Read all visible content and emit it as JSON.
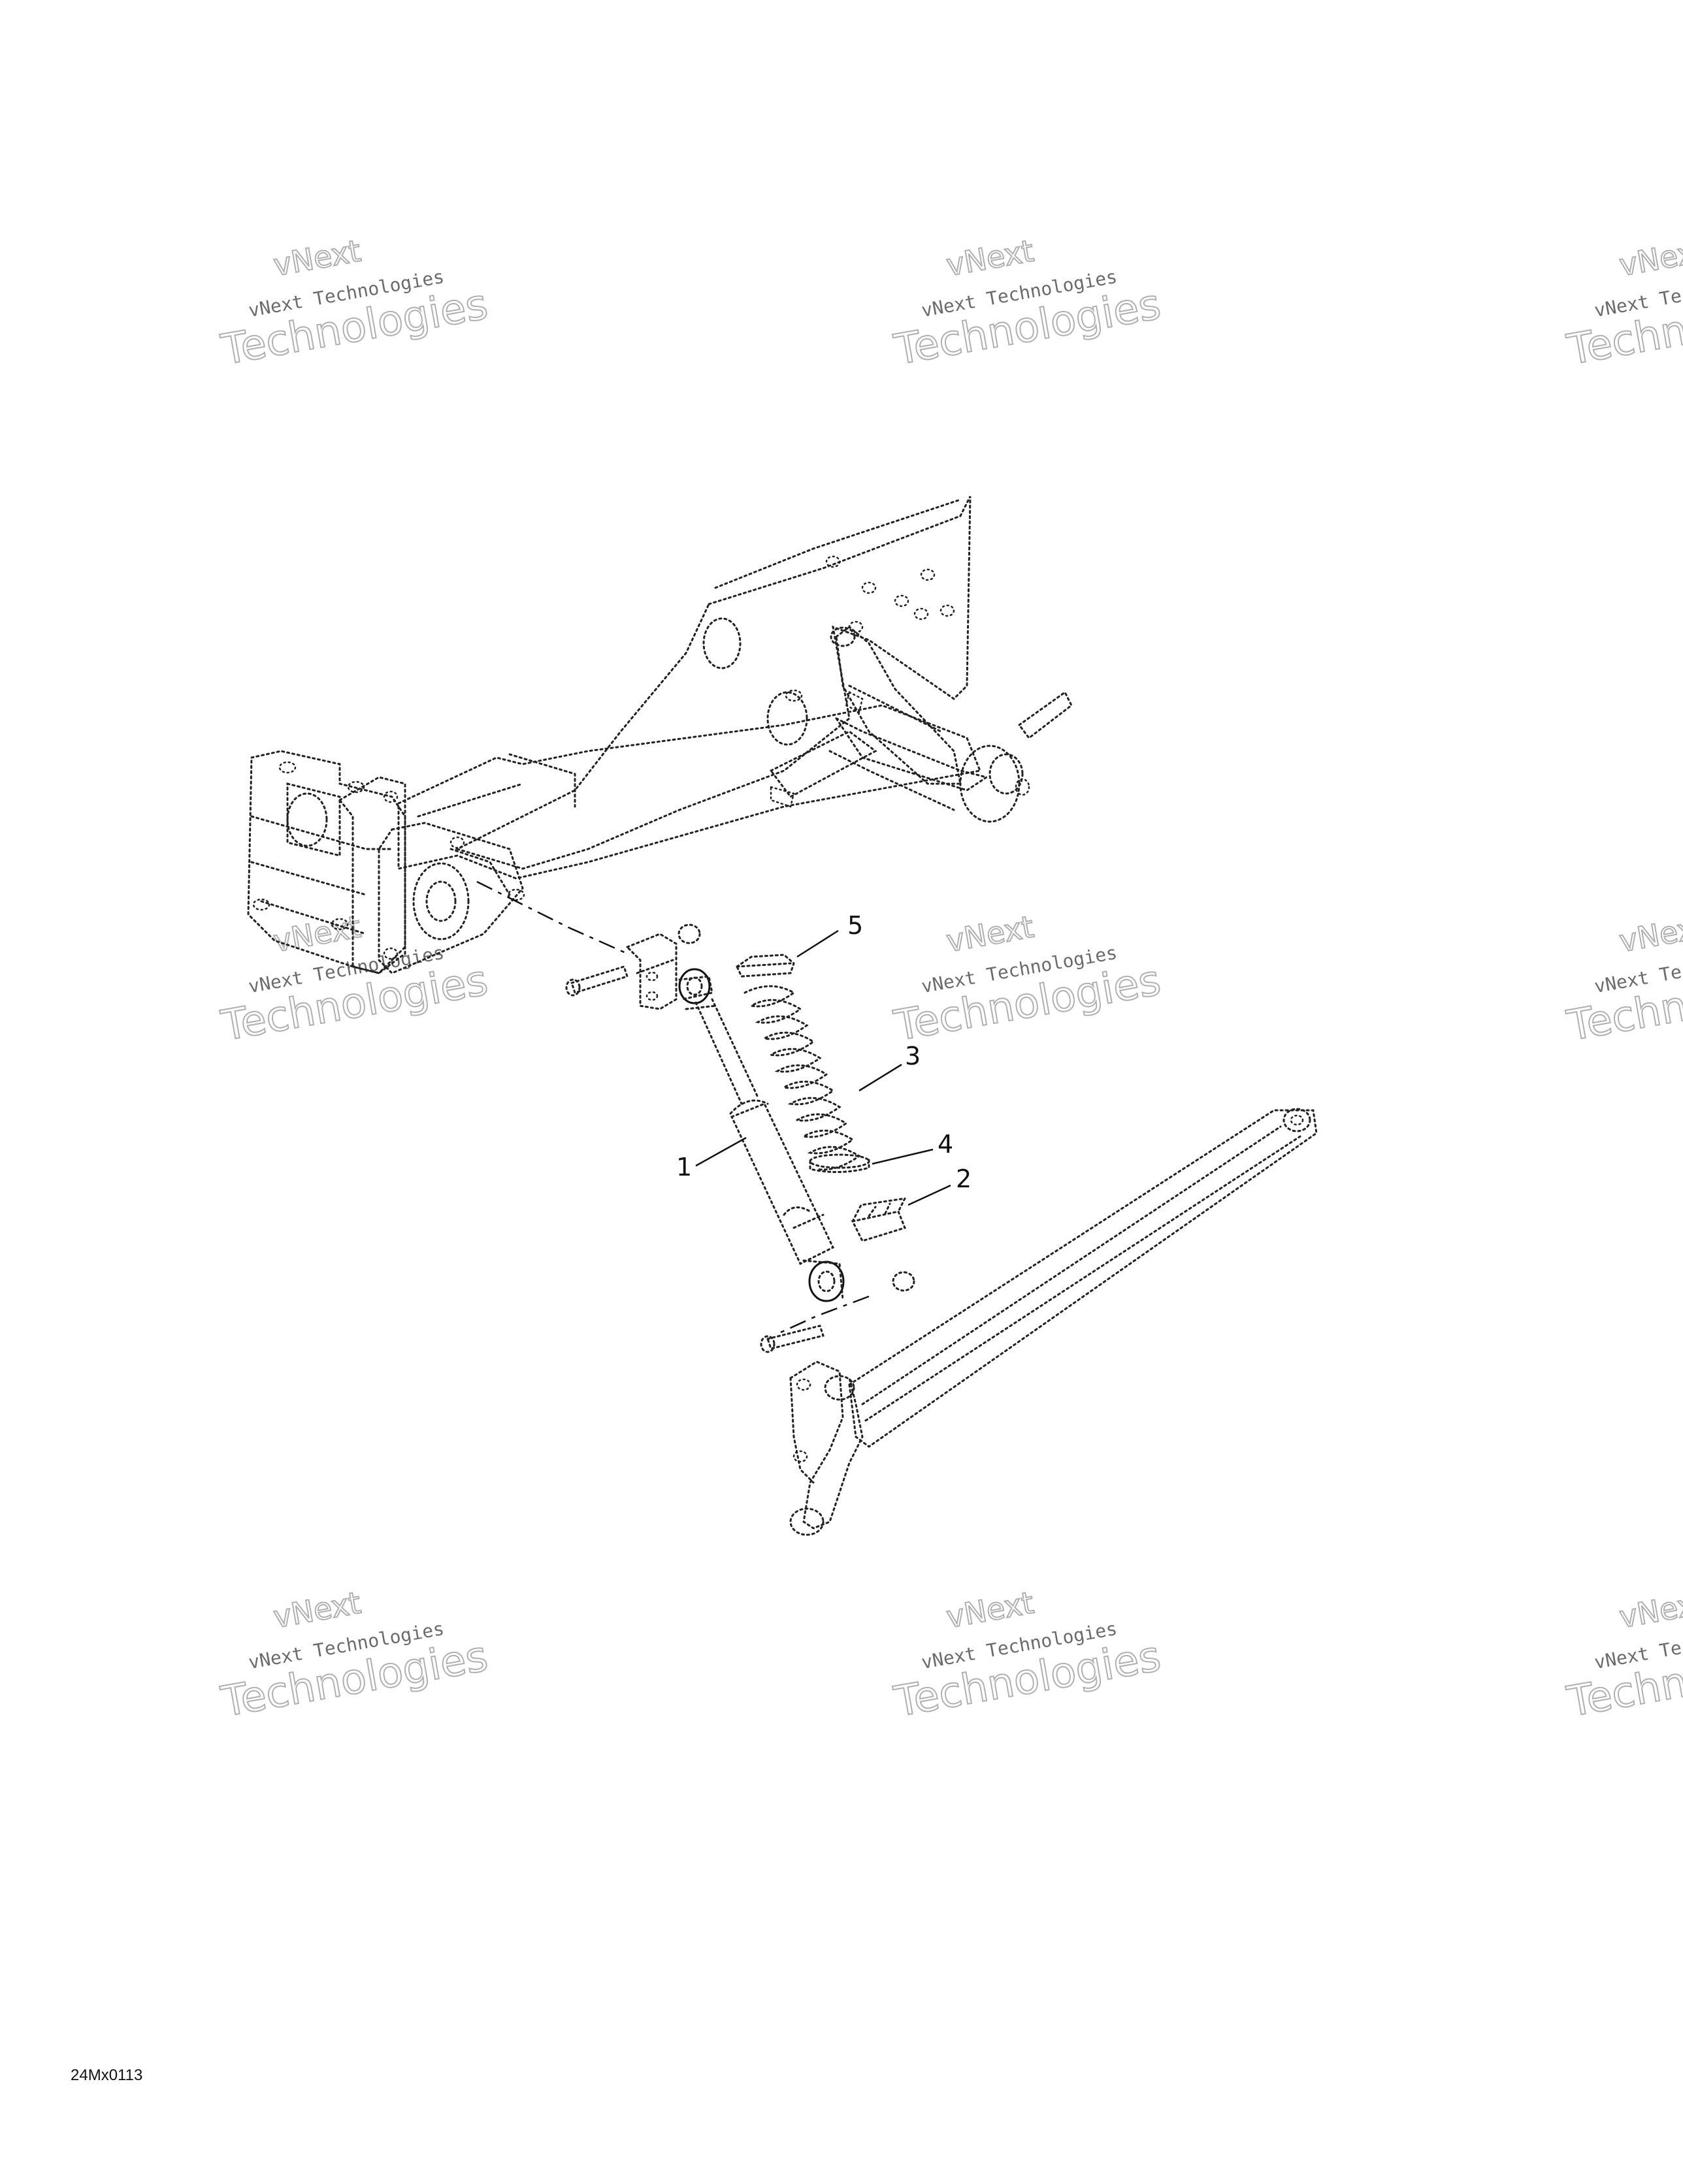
{
  "watermarks": [
    {
      "line1": "vNext Technologies",
      "line2": "vNext",
      "line3": "Technologies"
    },
    {
      "line1": "vNext Technologies",
      "line2": "vNext",
      "line3": "Technologies"
    },
    {
      "line1": "vNext Technologies",
      "line2": "vNext",
      "line3": "Technologies"
    },
    {
      "line1": "vNext Technologies",
      "line2": "vNext",
      "line3": "Technologies"
    },
    {
      "line1": "vNext Technologies",
      "line2": "vNext",
      "line3": "Technologies"
    },
    {
      "line1": "vNext Technologies",
      "line2": "vNext",
      "line3": "Technologies"
    },
    {
      "line1": "vNext Technologies",
      "line2": "vNext",
      "line3": "Technologies"
    },
    {
      "line1": "vNext Technologies",
      "line2": "vNext",
      "line3": "Technologies"
    },
    {
      "line1": "vNext Technologies",
      "line2": "vNext",
      "line3": "Technologies"
    }
  ],
  "callouts": [
    {
      "number": "1",
      "part": "shock absorber"
    },
    {
      "number": "2",
      "part": "lower spring seat"
    },
    {
      "number": "3",
      "part": "coil spring"
    },
    {
      "number": "4",
      "part": "spring stopper"
    },
    {
      "number": "5",
      "part": "upper spring cap"
    }
  ],
  "reference_code": "24Mx0113",
  "colors": {
    "ink": "#111111",
    "watermark": "#b0b0b0",
    "background": "#ffffff"
  }
}
